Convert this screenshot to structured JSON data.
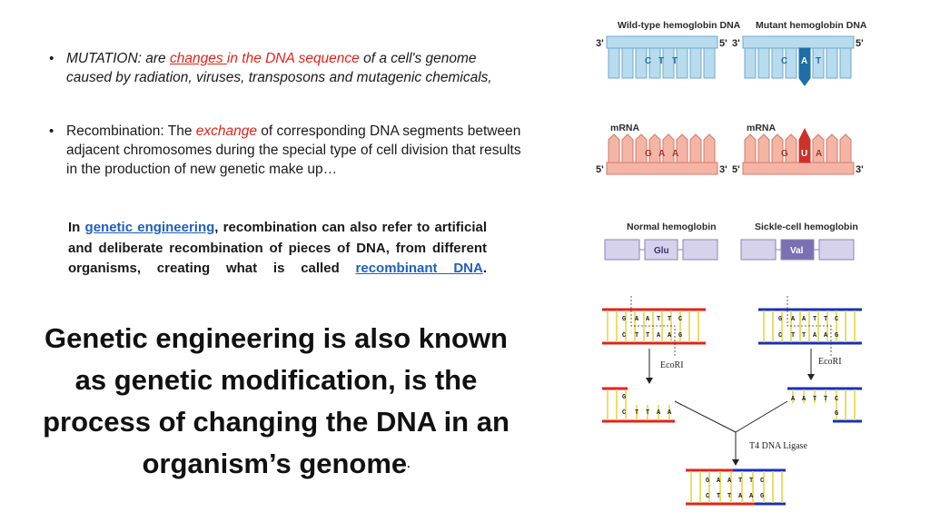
{
  "bullets": {
    "mutation": {
      "lead": "MUTATION: are ",
      "highlight_a": "changes ",
      "highlight_b": "in the DNA sequence",
      "rest": " of a cell's genome caused by radiation, viruses, transposons and mutagenic chemicals,"
    },
    "recombination": {
      "lead": "Recombination: The ",
      "highlight": "exchange",
      "rest": " of corresponding DNA segments between adjacent chromosomes during the special type of cell division that results in the production of new genetic make up…"
    }
  },
  "paragraph": {
    "in": "In ",
    "link1": "genetic engineering",
    "middle": ", recombination can also refer to artificial and deliberate recombination of pieces of DNA, from different organisms, creating what is called ",
    "link2": "recombinant DNA",
    "end": "."
  },
  "headline": {
    "text": "Genetic engineering is also known as genetic modification, is the process of changing the DNA in an organism’s genome",
    "trailing_mark": "."
  },
  "figure_hemoglobin": {
    "wild_title": "Wild-type hemoglobin DNA",
    "mutant_title": "Mutant hemoglobin DNA",
    "dna_left_end": "3'",
    "dna_right_end": "5'",
    "wild_codon": [
      "C",
      "T",
      "T"
    ],
    "mutant_codon": [
      "C",
      "A",
      "T"
    ],
    "mrna_label": "mRNA",
    "mrna_left_end": "5'",
    "mrna_right_end": "3'",
    "wild_mrna_codon": [
      "G",
      "A",
      "A"
    ],
    "mutant_mrna_codon": [
      "G",
      "U",
      "A"
    ],
    "normal_title": "Normal hemoglobin",
    "sickle_title": "Sickle-cell hemoglobin",
    "normal_aa": "Glu",
    "sickle_aa": "Val",
    "colors": {
      "dna_fill": "#b8dcee",
      "dna_stroke": "#6fa8c8",
      "mutant_highlight": "#1e6ea8",
      "mrna_fill": "#f4b5a5",
      "mrna_stroke": "#d27a6a",
      "mrna_highlight": "#d0302a",
      "protein_fill": "#d7d2ec",
      "protein_stroke": "#8a82b8",
      "val_fill": "#7b70b4"
    }
  },
  "figure_ecori": {
    "enzyme": "EcoRI",
    "ligase": "T4 DNA Ligase",
    "top_seq": [
      "G",
      "A",
      "A",
      "T",
      "T",
      "C"
    ],
    "bottom_seq": [
      "C",
      "T",
      "T",
      "A",
      "A",
      "G"
    ],
    "left_frag_top": [
      "G"
    ],
    "left_frag_bottom": [
      "C",
      "T",
      "T",
      "A",
      "A"
    ],
    "right_frag_top": [
      "A",
      "A",
      "T",
      "T",
      "C"
    ],
    "right_frag_bottom": [
      "G"
    ],
    "colors": {
      "red_strand": "#e2231a",
      "blue_strand": "#1a2fb8",
      "rung": "#e8d640"
    }
  }
}
